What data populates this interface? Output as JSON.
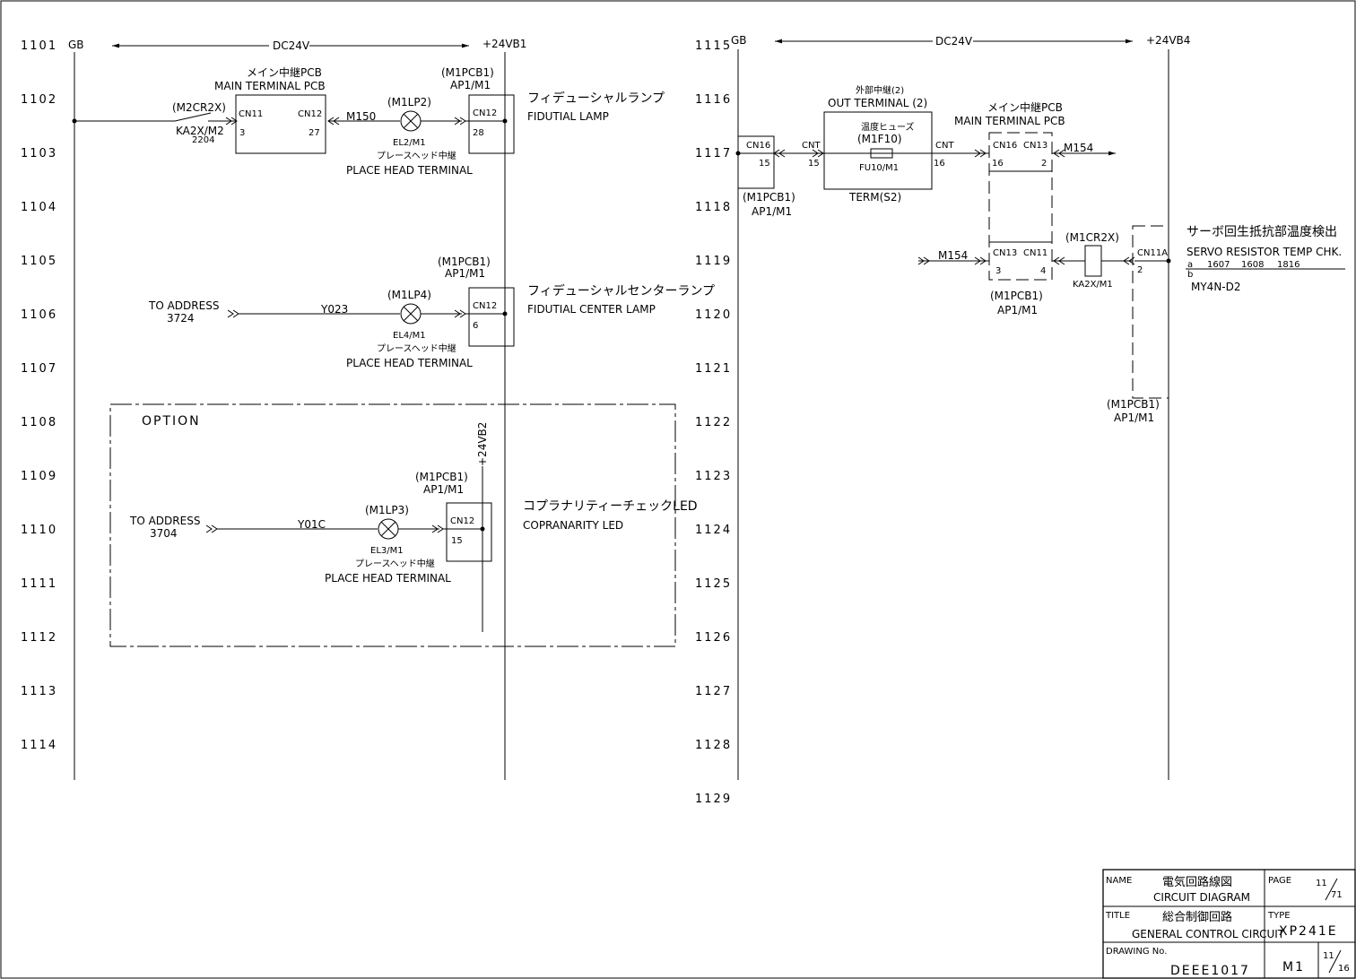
{
  "row_numbers_left": [
    "1101",
    "1102",
    "1103",
    "1104",
    "1105",
    "1106",
    "1107",
    "1108",
    "1109",
    "1110",
    "1111",
    "1112",
    "1113",
    "1114"
  ],
  "row_numbers_right": [
    "1115",
    "1116",
    "1117",
    "1118",
    "1119",
    "1120",
    "1121",
    "1122",
    "1123",
    "1124",
    "1125",
    "1126",
    "1127",
    "1128",
    "1129"
  ],
  "left": {
    "rail_left": "GB",
    "voltage": "DC24V",
    "rail_right": "+24VB1",
    "fid_lamp": {
      "relay_ref": "(M2CR2X)",
      "relay_contact": "KA2X/M2",
      "relay_sub": "2204",
      "pcb_jp": "メイン中継PCB",
      "pcb_en": "MAIN TERMINAL PCB",
      "cn11": "CN11",
      "cn11_pin": "3",
      "cn12": "CN12",
      "cn12_pin": "27",
      "wire": "M150",
      "lamp_ref": "(M1LP2)",
      "lamp_id": "EL2/M1",
      "term_jp": "プレースヘッド中継",
      "term_en": "PLACE HEAD TERMINAL",
      "pcb1_ref": "(M1PCB1)",
      "pcb1_ap": "AP1/M1",
      "pcb1_cn": "CN12",
      "pcb1_pin": "28",
      "label_jp": "フィデューシャルランプ",
      "label_en": "FIDUTIAL LAMP"
    },
    "center_lamp": {
      "pcb1_ref": "(M1PCB1)",
      "pcb1_ap": "AP1/M1",
      "addr_to": "TO ADDRESS",
      "addr_num": "3724",
      "wire": "Y023",
      "lamp_ref": "(M1LP4)",
      "lamp_id": "EL4/M1",
      "term_jp": "プレースヘッド中継",
      "term_en": "PLACE HEAD TERMINAL",
      "cn": "CN12",
      "pin": "6",
      "label_jp": "フィデューシャルセンターランプ",
      "label_en": "FIDUTIAL  CENTER LAMP"
    },
    "option": {
      "title": "OPTION",
      "rail": "+24VB2",
      "pcb1_ref": "(M1PCB1)",
      "pcb1_ap": "AP1/M1",
      "addr_to": "TO ADDRESS",
      "addr_num": "3704",
      "wire": "Y01C",
      "lamp_ref": "(M1LP3)",
      "lamp_id": "EL3/M1",
      "term_jp": "プレースヘッド中継",
      "term_en": "PLACE HEAD TERMINAL",
      "cn": "CN12",
      "pin": "15",
      "label_jp": "コプラナリティーチェックLED",
      "label_en": "COPRANARITY LED"
    }
  },
  "right": {
    "rail_left": "GB",
    "voltage": "DC24V",
    "rail_right": "+24VB4",
    "pcb1a_cn": "CN16",
    "pcb1a_pin": "15",
    "pcb1a_ref": "(M1PCB1)",
    "pcb1a_ap": "AP1/M1",
    "out_jp": "外部中継(2)",
    "out_en": "OUT TERMINAL (2)",
    "fuse_jp": "温度ヒューズ",
    "fuse_ref": "(M1F10)",
    "fuse_id": "FU10/M1",
    "term_s2": "TERM(S2)",
    "cnt_l": "CNT",
    "cnt_l_pin": "15",
    "cnt_r": "CNT",
    "cnt_r_pin": "16",
    "main_jp": "メイン中継PCB",
    "main_en": "MAIN TERMINAL PCB",
    "cn16": "CN16",
    "cn16_pin": "16",
    "cn13_top": "CN13",
    "cn13_top_pin": "2",
    "wire_top": "M154",
    "wire_mid": "M154",
    "cn13_mid": "CN13",
    "cn13_mid_pin": "3",
    "cn11": "CN11",
    "cn11_pin": "4",
    "pcb_mid_ref": "(M1PCB1)",
    "pcb_mid_ap": "AP1/M1",
    "relay_ref": "(M1CR2X)",
    "relay_id": "KA2X/M1",
    "cn11a": "CN11A",
    "cn11a_pin": "2",
    "pcb_right_ref": "(M1PCB1)",
    "pcb_right_ap": "AP1/M1",
    "servo_jp": "サーボ回生抵抗部温度検出",
    "servo_en": "SERVO RESISTOR TEMP CHK.",
    "xref_a": "a",
    "xref_b": "b",
    "xref_1": "1607",
    "xref_2": "1608",
    "xref_3": "1816",
    "relay_type": "MY4N-D2"
  },
  "titleblock": {
    "name_lbl": "NAME",
    "name_jp": "電気回路線図",
    "name_en": "CIRCUIT DIAGRAM",
    "page_lbl": "PAGE",
    "page_num": "11",
    "page_total": "71",
    "title_lbl": "TITLE",
    "title_jp": "総合制御回路",
    "title_en": "GENERAL CONTROL CIRCUIT",
    "type_lbl": "TYPE",
    "type_val": "XP241E",
    "drawing_lbl": "DRAWING No.",
    "drawing_val": "DEEE1017",
    "model": "M1",
    "sheet_num": "11",
    "sheet_total": "16"
  }
}
